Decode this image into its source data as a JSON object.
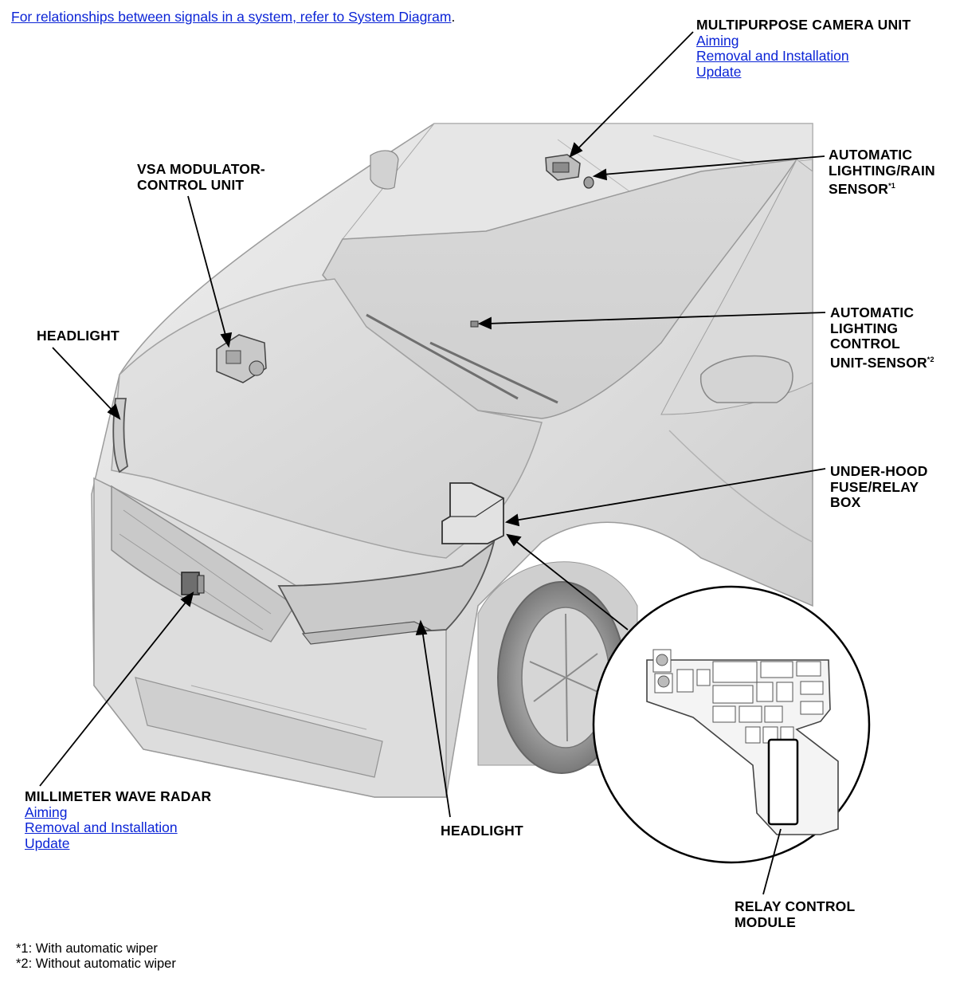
{
  "header": {
    "link_text": "For relationships between signals in a system, refer to System Diagram",
    "trailing": "."
  },
  "components": {
    "camera": {
      "name": "MULTIPURPOSE CAMERA UNIT",
      "links": [
        "Aiming",
        "Removal and Installation",
        "Update"
      ]
    },
    "vsa": {
      "line1": "VSA MODULATOR-",
      "line2": "CONTROL UNIT"
    },
    "rain_sensor": {
      "line1": "AUTOMATIC",
      "line2": "LIGHTING/RAIN",
      "line3": "SENSOR",
      "note": "*1"
    },
    "headlight_left": {
      "name": "HEADLIGHT"
    },
    "light_sensor": {
      "line1": "AUTOMATIC",
      "line2": "LIGHTING",
      "line3": "CONTROL",
      "line4": "UNIT-SENSOR",
      "note": "*2"
    },
    "fuse_box": {
      "line1": "UNDER-HOOD",
      "line2": "FUSE/RELAY",
      "line3": "BOX"
    },
    "radar": {
      "name": "MILLIMETER WAVE RADAR",
      "links": [
        "Aiming",
        "Removal and Installation",
        "Update"
      ]
    },
    "headlight_right": {
      "name": "HEADLIGHT"
    },
    "relay": {
      "line1": "RELAY CONTROL",
      "line2": "MODULE"
    }
  },
  "footnotes": [
    "*1: With automatic wiper",
    "*2: Without automatic wiper"
  ]
}
